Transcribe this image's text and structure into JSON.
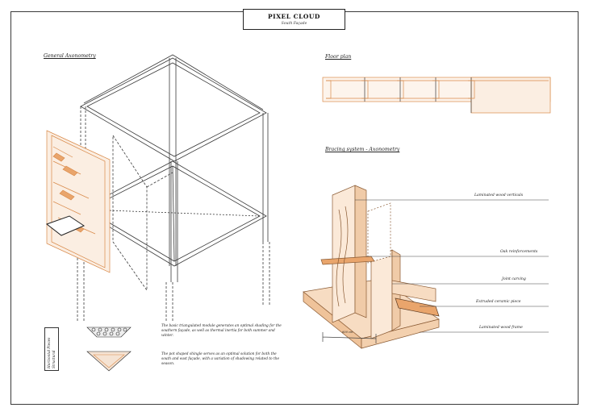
{
  "title": {
    "main": "PIXEL CLOUD",
    "sub": "South Façade"
  },
  "sections": {
    "axonometry": "General Axonometry",
    "floor_plan": "Floor plan",
    "bracing": "Bracing system - Axonometry"
  },
  "callouts": [
    "Laminated wood verticals",
    "Oak reinforcements",
    "Joint carving",
    "Extruded ceramic piece",
    "Laminated wood frame"
  ],
  "side_label": {
    "line1": "Horizontal Pieces",
    "line2": "Structural"
  },
  "notes": {
    "note1": "The basic triangulated module generates an optimal shading for the southern façade, as well as thermal inertia for both summer and winter.",
    "note2": "The pot shaped shingle serves as an optimal solution for both the south and east façade, with a variation of shadowing related to the season."
  },
  "dimension_label": "600 cm",
  "colors": {
    "frame": "#3a3a3a",
    "wood": "#d98a4a",
    "wood_light": "#f0c9a6",
    "ink": "#222222"
  }
}
